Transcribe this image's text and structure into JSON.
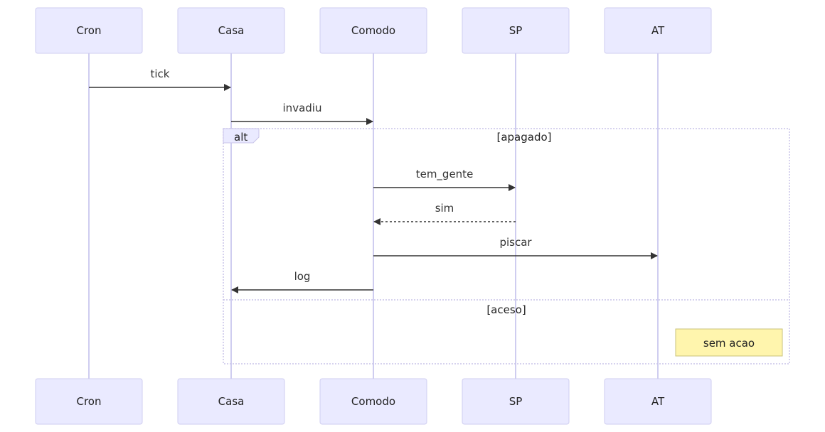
{
  "participants": [
    "Cron",
    "Casa",
    "Comodo",
    "SP",
    "AT"
  ],
  "messages": [
    {
      "from": "Cron",
      "to": "Casa",
      "label": "tick",
      "style": "solid"
    },
    {
      "from": "Casa",
      "to": "Comodo",
      "label": "invadiu",
      "style": "solid"
    },
    {
      "from": "Comodo",
      "to": "SP",
      "label": "tem_gente",
      "style": "solid"
    },
    {
      "from": "SP",
      "to": "Comodo",
      "label": "sim",
      "style": "dotted"
    },
    {
      "from": "Comodo",
      "to": "AT",
      "label": "piscar",
      "style": "solid"
    },
    {
      "from": "Comodo",
      "to": "Casa",
      "label": "log",
      "style": "solid"
    }
  ],
  "alt": {
    "label": "alt",
    "branches": [
      "[apagado]",
      "[aceso]"
    ]
  },
  "note": {
    "text": "sem acao",
    "over": "AT"
  },
  "colors": {
    "actor_fill": "#eaeaff",
    "actor_border": "#cfcdf0",
    "note_fill": "#fff5ad",
    "line": "#333333"
  }
}
